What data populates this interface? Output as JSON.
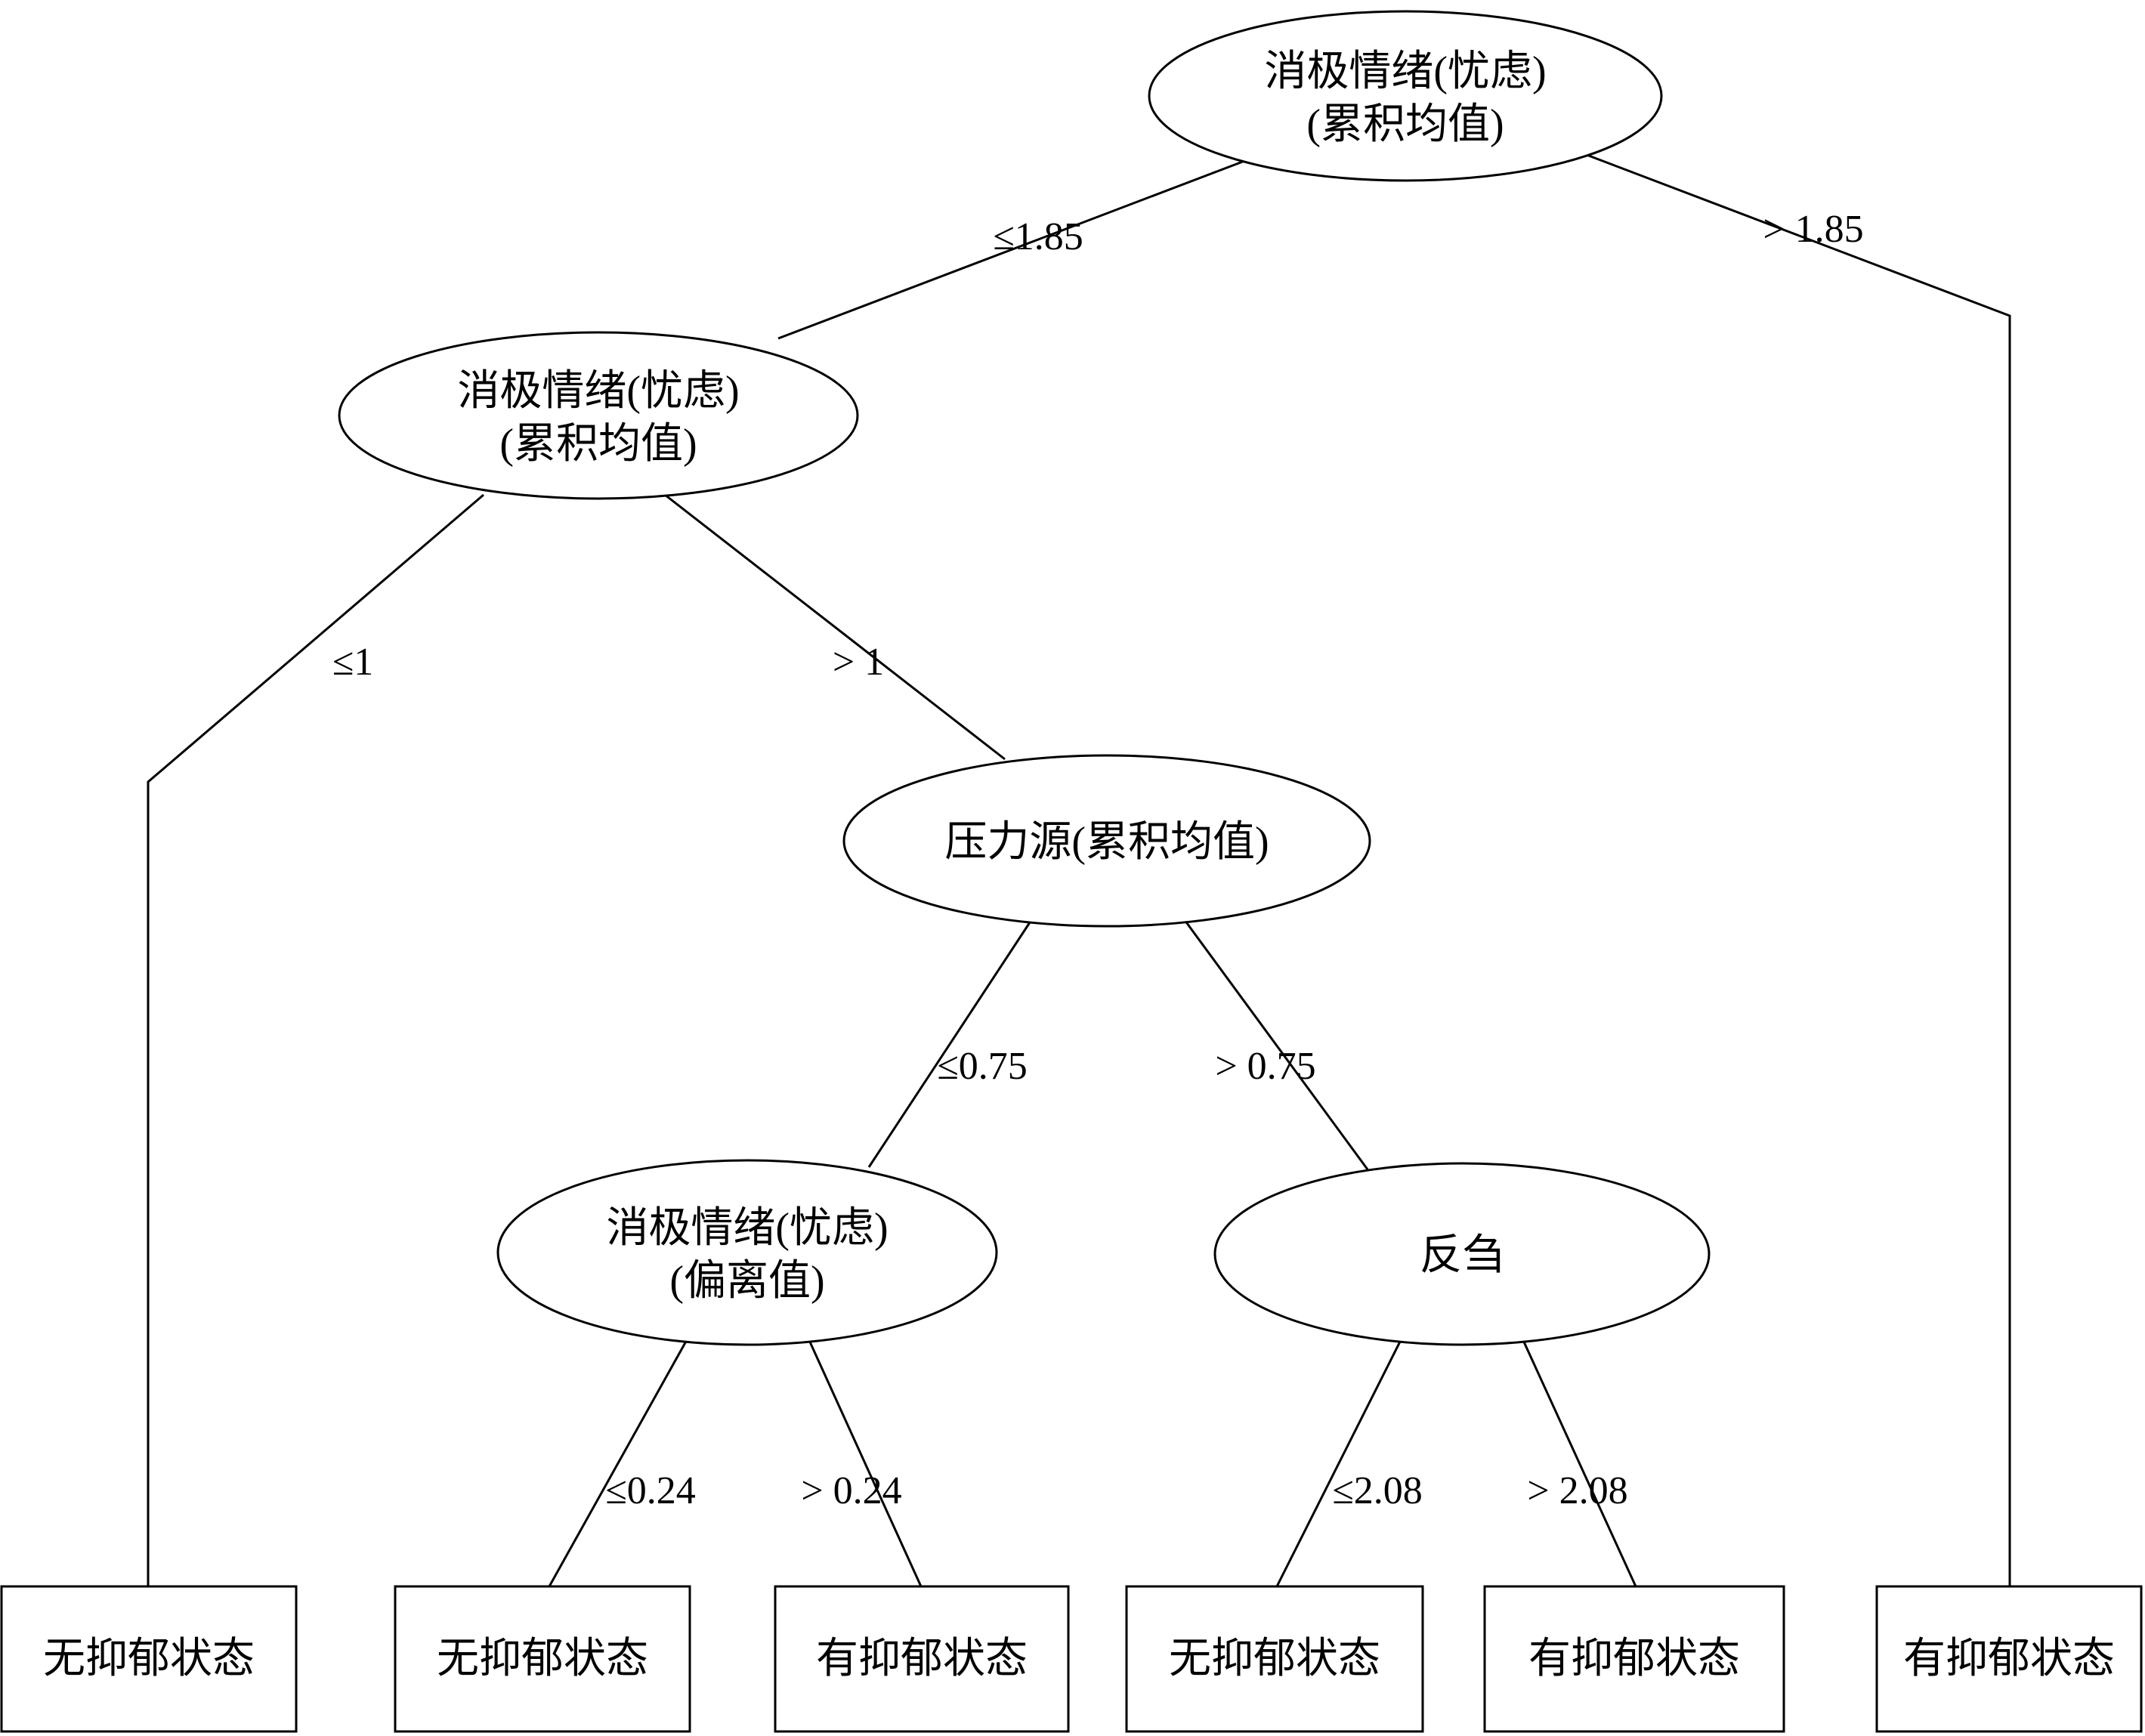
{
  "diagram": {
    "type": "decision-tree",
    "nodes": {
      "root": {
        "line1": "消极情绪(忧虑)",
        "line2": "(累积均值)"
      },
      "anxiety2": {
        "line1": "消极情绪(忧虑)",
        "line2": "(累积均值)"
      },
      "stressor": {
        "label": "压力源(累积均值)"
      },
      "deviation": {
        "line1": "消极情绪(忧虑)",
        "line2": "(偏离值)"
      },
      "rumination": {
        "label": "反刍"
      }
    },
    "edge_labels": {
      "root_left": "≤1.85",
      "root_right": "> 1.85",
      "anxiety2_left": "≤1",
      "anxiety2_right": "> 1",
      "stressor_left": "≤0.75",
      "stressor_right": "> 0.75",
      "deviation_left": "≤0.24",
      "deviation_right": "> 0.24",
      "rumination_left": "≤2.08",
      "rumination_right": "> 2.08"
    },
    "leaves": {
      "leaf1": "无抑郁状态",
      "leaf2": "无抑郁状态",
      "leaf3": "有抑郁状态",
      "leaf4": "无抑郁状态",
      "leaf5": "有抑郁状态",
      "leaf6": "有抑郁状态"
    }
  }
}
